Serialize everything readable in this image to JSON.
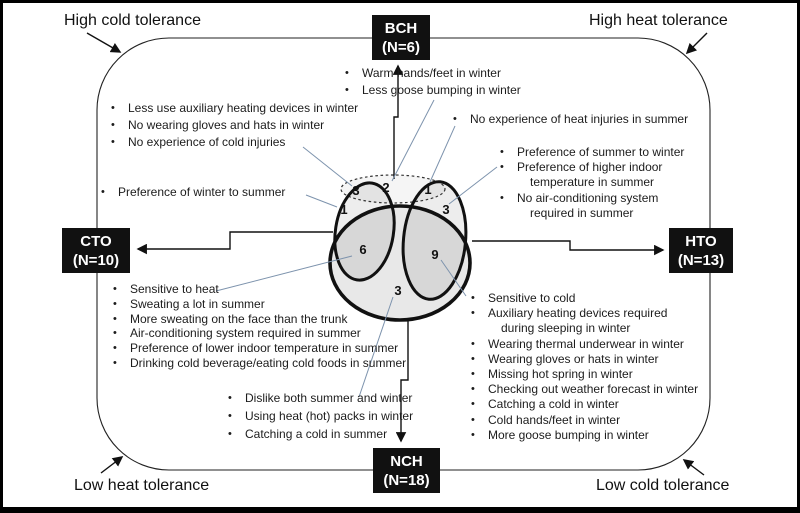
{
  "figure": {
    "corner_labels": {
      "top_left": "High cold tolerance",
      "top_right": "High heat tolerance",
      "bottom_left": "Low heat tolerance",
      "bottom_right": "Low cold tolerance"
    },
    "boxes": {
      "bch": {
        "label": "BCH",
        "count": "(N=6)"
      },
      "cto": {
        "label": "CTO",
        "count": "(N=10)"
      },
      "hto": {
        "label": "HTO",
        "count": "(N=13)"
      },
      "nch": {
        "label": "NCH",
        "count": "(N=18)"
      }
    },
    "venn_counts": {
      "cto_bch": "3",
      "bch_only": "2",
      "bch_hto": "1",
      "cto_only": "1",
      "hto_only": "3",
      "cto_nch": "6",
      "hto_nch": "9",
      "nch_only": "3"
    },
    "bullet_icon": "•",
    "colors": {
      "box_bg": "#111111",
      "box_text": "#ffffff",
      "leader_line": "#7d93ad",
      "connector_line": "#111111",
      "venn_fill": "#e8e8e8",
      "bch_fill": "#f5f5f5"
    },
    "blocks": {
      "cto_bch_traits": {
        "items": [
          [
            "Less use auxiliary heating devices in winter"
          ],
          [
            "No wearing gloves and hats in winter"
          ],
          [
            "No experience of cold injuries"
          ]
        ]
      },
      "cto_preference": {
        "items": [
          [
            "Preference of winter to summer"
          ]
        ]
      },
      "bch_traits": {
        "items": [
          [
            "Warm hands/feet in winter"
          ],
          [
            "Less goose bumping in winter"
          ]
        ]
      },
      "bch_hto_trait": {
        "items": [
          [
            "No experience of heat injuries in summer"
          ]
        ]
      },
      "hto_traits": {
        "items": [
          [
            "Preference of summer to winter"
          ],
          [
            "Preference of higher indoor",
            "temperature in summer"
          ],
          [
            "No air-conditioning system",
            "required in summer"
          ]
        ]
      },
      "cto_nch_traits": {
        "items": [
          [
            "Sensitive to heat"
          ],
          [
            "Sweating a lot in summer"
          ],
          [
            "More sweating on the face than the trunk"
          ],
          [
            "Air-conditioning system required in summer"
          ],
          [
            "Preference of lower indoor temperature in summer"
          ],
          [
            "Drinking cold beverage/eating cold foods in summer"
          ]
        ]
      },
      "nch_traits": {
        "items": [
          [
            "Dislike both summer and winter"
          ],
          [
            "Using heat (hot) packs in winter"
          ],
          [
            "Catching a cold in summer"
          ]
        ]
      },
      "hto_nch_traits": {
        "items": [
          [
            "Sensitive to cold"
          ],
          [
            "Auxiliary heating devices required",
            "during sleeping in winter"
          ],
          [
            "Wearing thermal underwear in winter"
          ],
          [
            "Wearing gloves or hats in winter"
          ],
          [
            "Missing hot spring in winter"
          ],
          [
            "Checking out weather forecast in winter"
          ],
          [
            "Catching a cold in winter"
          ],
          [
            "Cold hands/feet in winter"
          ],
          [
            "More goose bumping in winter"
          ]
        ]
      }
    }
  }
}
